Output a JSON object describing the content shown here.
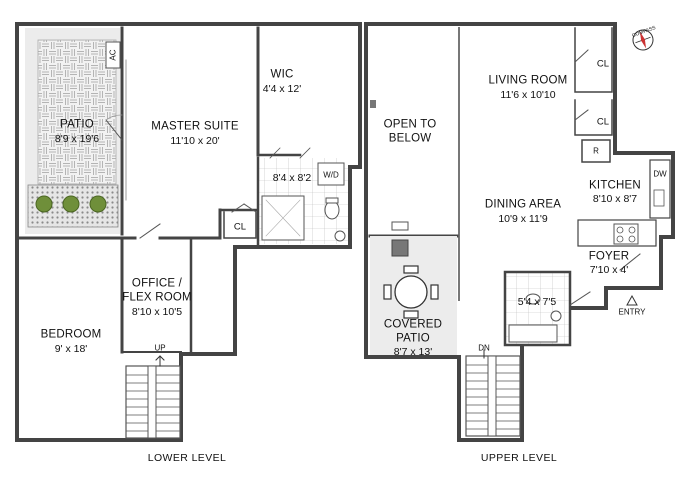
{
  "levels": {
    "lower": "LOWER LEVEL",
    "upper": "UPPER LEVEL"
  },
  "lower_rooms": {
    "patio": {
      "name": "PATIO",
      "dims": "8'9 x 19'6"
    },
    "master_suite": {
      "name": "MASTER SUITE",
      "dims": "11'10 x 20'"
    },
    "wic": {
      "name": "WIC",
      "dims": "4'4 x 12'"
    },
    "bath": {
      "dims": "8'4 x 8'2"
    },
    "wd": "W/D",
    "ac": "AC",
    "closet": "CL",
    "office": {
      "name1": "OFFICE /",
      "name2": "FLEX ROOM",
      "dims": "8'10 x 10'5"
    },
    "bedroom": {
      "name": "BEDROOM",
      "dims": "9' x 18'"
    },
    "stair_up": "UP"
  },
  "upper_rooms": {
    "open_below": {
      "name1": "OPEN TO",
      "name2": "BELOW"
    },
    "living_room": {
      "name": "LIVING ROOM",
      "dims": "11'6 x 10'10"
    },
    "closet1": "CL",
    "closet2": "CL",
    "fridge": "R",
    "dining": {
      "name": "DINING AREA",
      "dims": "10'9 x 11'9"
    },
    "kitchen": {
      "name": "KITCHEN",
      "dims": "8'10 x 8'7"
    },
    "dw": "DW",
    "foyer": {
      "name": "FOYER",
      "dims": "7'10 x 4'"
    },
    "entry": "ENTRY",
    "bath": {
      "dims": "5'4 x 7'5"
    },
    "covered_patio": {
      "name1": "COVERED",
      "name2": "PATIO",
      "dims": "8'7 x 13'"
    },
    "stair_down": "DN"
  },
  "compass": "COMPASS"
}
